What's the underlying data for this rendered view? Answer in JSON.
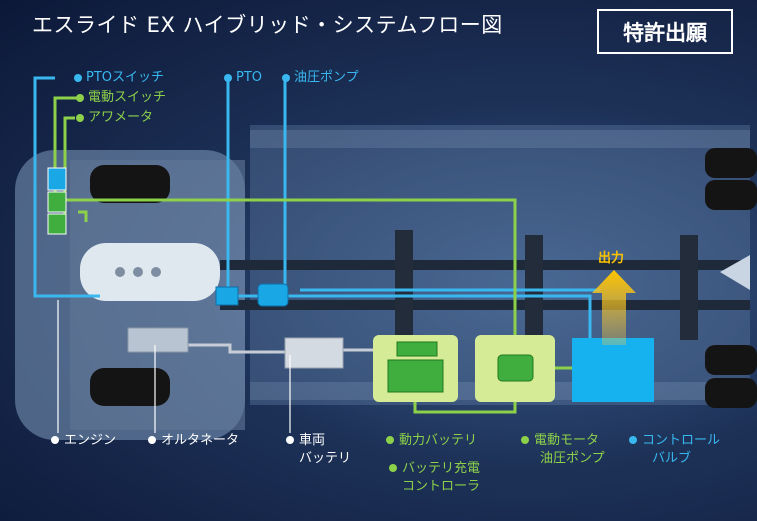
{
  "title": "エスライド EX ハイブリッド・システムフロー図",
  "badge": "特許出願",
  "colors": {
    "blue": "#39b8f0",
    "green": "#8dd14a",
    "white": "#ffffff",
    "gold": "#ffc400"
  },
  "top_labels": {
    "pto_switch": "PTOスイッチ",
    "electric_switch": "電動スイッチ",
    "hour_meter": "アワメータ",
    "pto": "PTO",
    "hydraulic_pump": "油圧ポンプ"
  },
  "output_label": "出力",
  "bottom_labels": {
    "engine": "エンジン",
    "alternator": "オルタネータ",
    "vehicle_battery": [
      "車両",
      "バッテリ"
    ],
    "power_battery": "動力バッテリ",
    "charge_controller": [
      "バッテリ充電",
      "コントローラ"
    ],
    "motor_pump": [
      "電動モータ",
      "油圧ポンプ"
    ],
    "control_valve": [
      "コントロール",
      "バルブ"
    ]
  }
}
